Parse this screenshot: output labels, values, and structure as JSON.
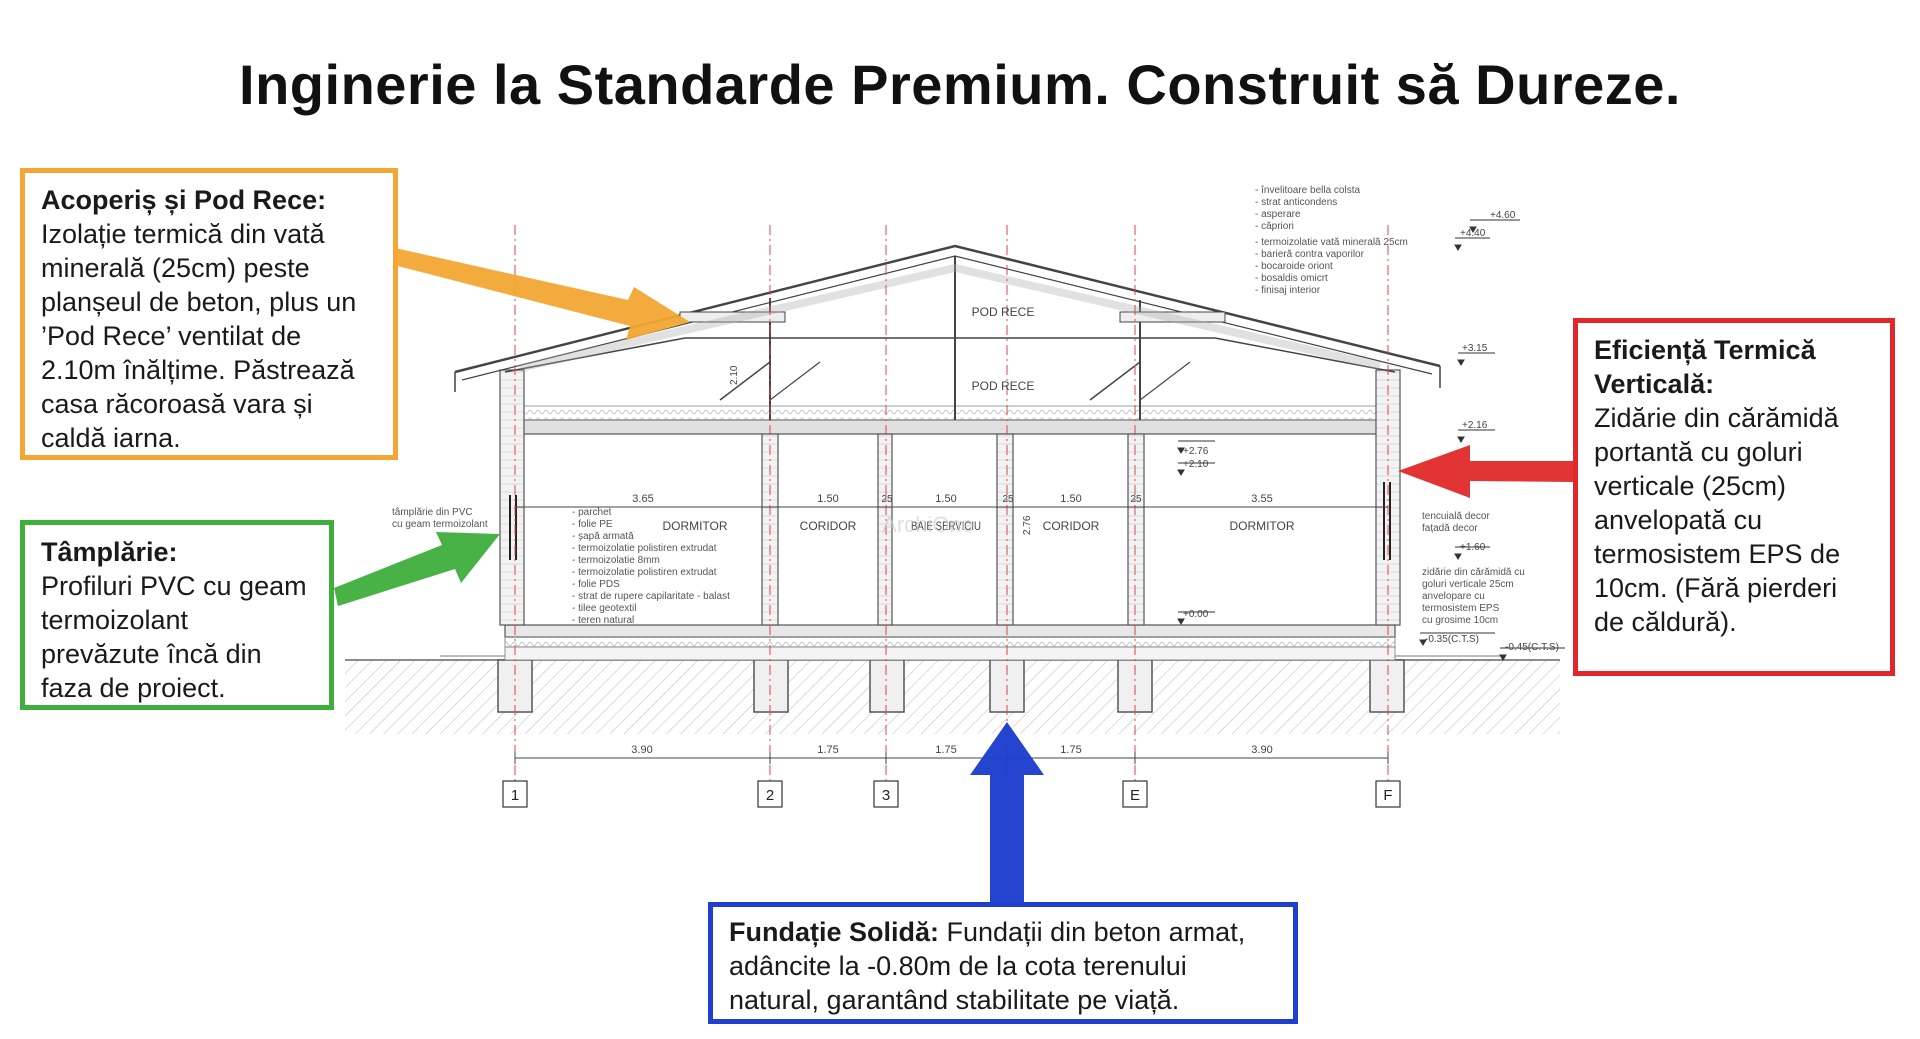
{
  "title": "Inginerie la Standarde Premium. Construit să Dureze.",
  "callouts": {
    "roof": {
      "heading": "Acoperiș și Pod Rece:",
      "body": "Izolație termică din vată minerală (25cm) peste planșeul de beton, plus un ’Pod Rece’ ventilat de 2.10m înălțime. Păstrează casa răcoroasă vara și caldă iarna."
    },
    "windows": {
      "heading": "Tâmplărie:",
      "body": "Profiluri PVC cu geam termoizolant prevăzute încă din faza de proiect."
    },
    "walls": {
      "heading": "Eficiență Termică Verticală:",
      "body": "Zidărie din cărămidă portantă cu goluri verticale (25cm) anvelopată cu termosistem EPS de 10cm. (Fără pierderi de căldură)."
    },
    "foundation": {
      "heading": "Fundație Solidă:",
      "body": " Fundații din beton armat, adâncite la -0.80m de la cota terenului natural, garantând stabilitate pe viață."
    }
  },
  "colors": {
    "orange": "#f2a633",
    "green": "#3fae3c",
    "red": "#e0282a",
    "blue": "#1e3fcf"
  },
  "drawing": {
    "attic_labels": [
      "POD RECE",
      "POD RECE"
    ],
    "rooms": [
      {
        "name": "DORMITOR",
        "width": "3.65"
      },
      {
        "name": "CORIDOR",
        "width": "1.50"
      },
      {
        "name": "BAIE SERVICIU",
        "width": "1.50"
      },
      {
        "name": "CORIDOR",
        "width": "1.50"
      },
      {
        "name": "DORMITOR",
        "width": "3.55"
      }
    ],
    "wall_widths": [
      "25",
      "25",
      "25"
    ],
    "bottom_dims": [
      "3.90",
      "1.75",
      "1.75",
      "1.75",
      "3.90"
    ],
    "axes": [
      "1",
      "2",
      "3",
      "E",
      "F"
    ],
    "elevations": [
      "+4.40",
      "+4.60",
      "+3.15",
      "+2.16",
      "+2.76",
      "+2.10",
      "+1.60",
      "+0.00",
      "-0.35(C.T.S)",
      "-0.45(C.T.S)"
    ],
    "height_marks": [
      "2.10",
      "2.76"
    ],
    "roof_notes": [
      "- învelitoare bella colsta",
      "- strat anticondens",
      "- asperare",
      "- căpriori",
      "- termoizolatie vată minerală 25cm",
      "- barieră contra vaporilor",
      "- bocaroide oriont",
      "- bosaldis omicrt",
      "- finisaj interior"
    ],
    "left_window_label": [
      "tâmplărie din PVC",
      "cu geam termoizolant"
    ],
    "floor_notes": [
      "- parchet",
      "- folie PE",
      "- șapă armată",
      "- termoizolatie polistiren extrudat",
      "- termoizolatie 8mm",
      "- termoizolatie polistiren extrudat",
      "- folie PDS",
      "- strat de rupere capilaritate - balast",
      "- tilee geotextil",
      "- teren natural"
    ],
    "right_wall_notes_top": [
      "tencuială decor",
      "fațadă decor"
    ],
    "right_wall_notes_bottom": [
      "zidărie din cărămidă cu",
      "goluri verticale 25cm",
      "anvelopare cu",
      "termosistem EPS",
      "cu grosime 10cm"
    ],
    "watermark": "ArchiOne"
  }
}
